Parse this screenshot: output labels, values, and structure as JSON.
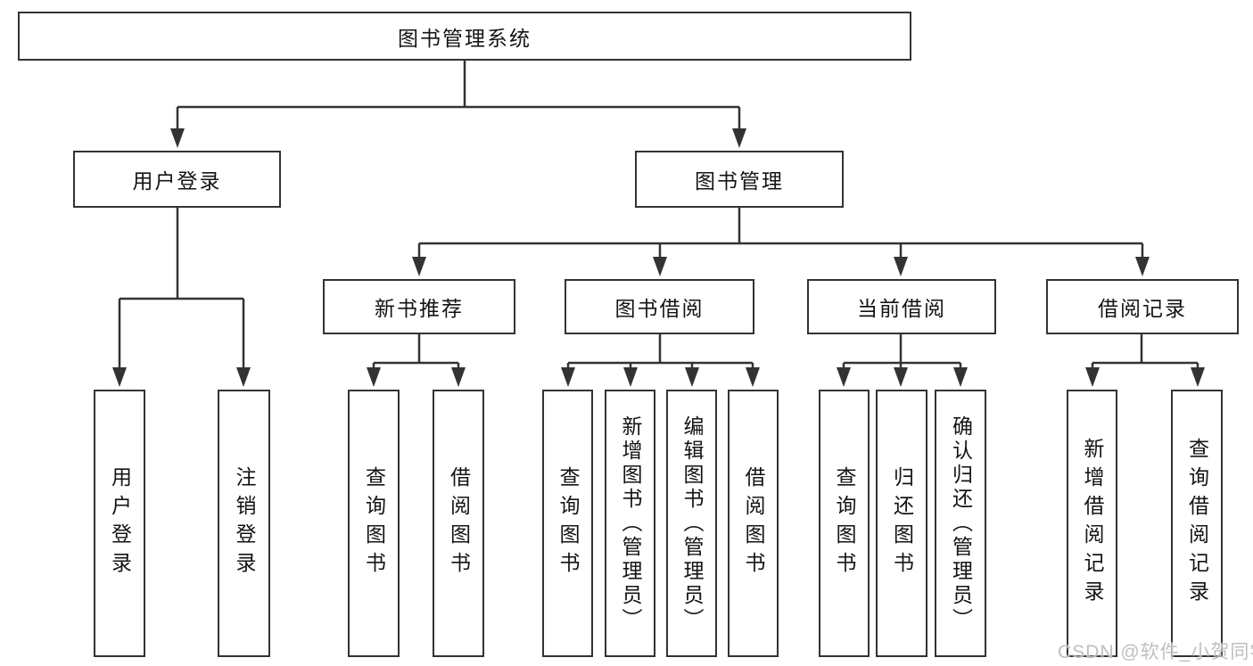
{
  "diagram": {
    "root": {
      "label": "图书管理系统"
    },
    "level2": {
      "user_login": {
        "label": "用户登录"
      },
      "book_management": {
        "label": "图书管理"
      }
    },
    "level3": {
      "new_book_recommend": {
        "label": "新书推荐"
      },
      "book_borrowing": {
        "label": "图书借阅"
      },
      "current_borrowing": {
        "label": "当前借阅"
      },
      "borrow_records": {
        "label": "借阅记录"
      }
    },
    "leaves": {
      "user_login": "用户登录",
      "logout": "注销登录",
      "nb_query_books": "查询图书",
      "nb_borrow_books": "借阅图书",
      "bb_query_books": "查询图书",
      "bb_add_books": "新增图书（管理员）",
      "bb_edit_books": "编辑图书（管理员）",
      "bb_borrow_books": "借阅图书",
      "cb_query_books": "查询图书",
      "cb_return_books": "归还图书",
      "cb_confirm_return": "确认归还（管理员）",
      "rec_add_record": "新增借阅记录",
      "rec_query_record": "查询借阅记录"
    },
    "watermark": "CSDN @软件_小贺同学",
    "colors": {
      "line": "#333333",
      "text": "#141414",
      "watermark": "#bcbcbc",
      "background": "#ffffff"
    }
  }
}
